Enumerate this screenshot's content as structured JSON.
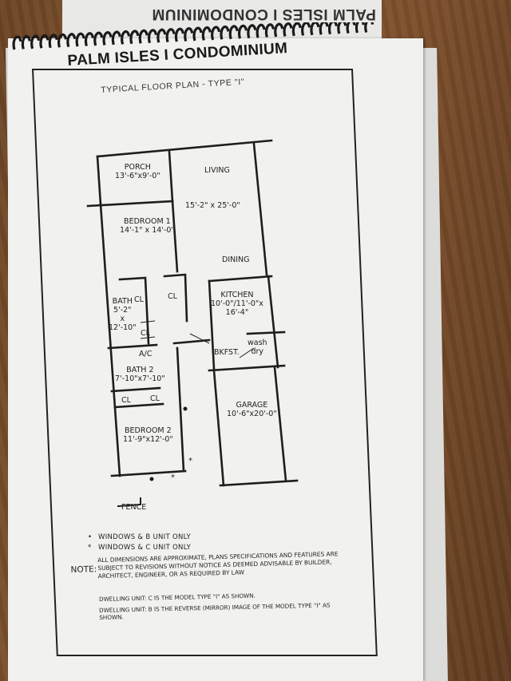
{
  "back_page": {
    "title": "PALM ISLES I CONDOMINIUM"
  },
  "document": {
    "title": "PALM ISLES I CONDOMINIUM",
    "subtitle": "TYPICAL FLOOR PLAN - TYPE \"I\""
  },
  "rooms": {
    "porch": {
      "name": "PORCH",
      "size": "13'-6\"x9'-0\""
    },
    "living": {
      "name": "LIVING",
      "size": "15'-2\" x 25'-0\""
    },
    "dining": {
      "name": "DINING"
    },
    "bedroom1": {
      "name": "BEDROOM 1",
      "size": "14'-1\" x 14'-0\""
    },
    "bath1": {
      "name": "BATH",
      "size": "5'-2\"",
      "x": "x",
      "size2": "12'-10\""
    },
    "kitchen": {
      "name": "KITCHEN",
      "size": "10'-0\"/11'-0\"x",
      "size2": "16'-4\""
    },
    "bkfst": {
      "name": "BKFST."
    },
    "wash": {
      "name": "wash",
      "name2": "dry"
    },
    "bath2": {
      "name": "BATH 2",
      "size": "7'-10\"x7'-10\""
    },
    "bedroom2": {
      "name": "BEDROOM 2",
      "size": "11'-9\"x12'-0\""
    },
    "garage": {
      "name": "GARAGE",
      "size": "10'-6\"x20'-0\""
    },
    "closets": {
      "cl": "CL",
      "ac": "A/C"
    },
    "fence": "FENCE"
  },
  "legend": [
    {
      "symbol": "•",
      "text": "WINDOWS & B UNIT ONLY"
    },
    {
      "symbol": "*",
      "text": "WINDOWS & C UNIT ONLY"
    }
  ],
  "note": {
    "label": "NOTE:",
    "text": "ALL DIMENSIONS ARE APPROXIMATE, PLANS SPECIFICATIONS AND FEATURES ARE SUBJECT TO REVISIONS WITHOUT NOTICE AS DEEMED ADVISABLE BY BUILDER, ARCHITECT, ENGINEER, OR AS REQUIRED BY LAW"
  },
  "dwelling": {
    "c": "DWELLING UNIT: C IS THE MODEL TYPE \"I\" AS SHOWN.",
    "b": "DWELLING UNIT: B IS THE REVERSE (MIRROR) IMAGE OF THE MODEL TYPE \"I\" AS SHOWN."
  },
  "colors": {
    "ink": "#1e1e1e",
    "paper": "#f1f1ef",
    "wood": "#8a5a33"
  }
}
